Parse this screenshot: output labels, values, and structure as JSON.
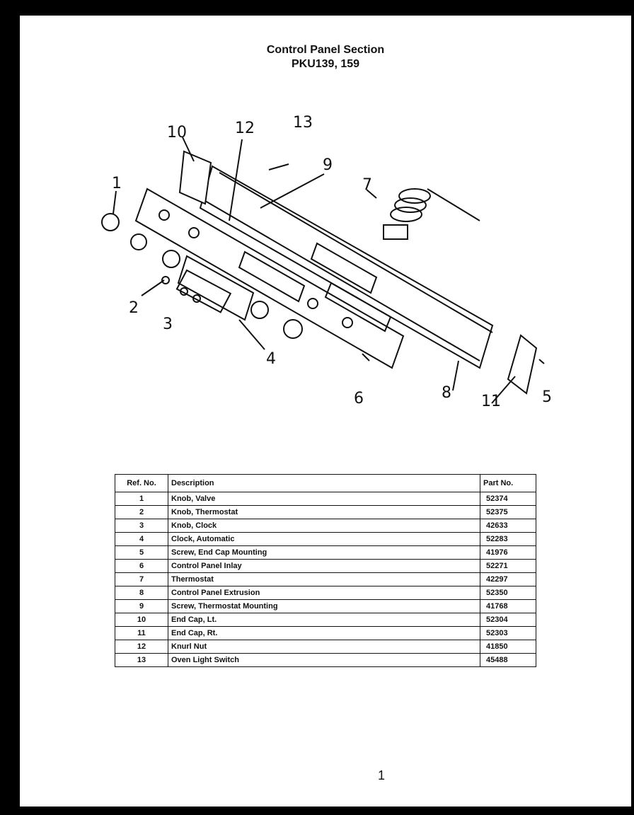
{
  "title": "Control Panel Section",
  "subtitle": "PKU139, 159",
  "callouts": [
    "1",
    "2",
    "3",
    "4",
    "5",
    "6",
    "7",
    "8",
    "9",
    "10",
    "11",
    "12",
    "13"
  ],
  "table": {
    "headers": {
      "ref": "Ref. No.",
      "description": "Description",
      "part": "Part No."
    },
    "rows": [
      {
        "ref": "1",
        "description": "Knob, Valve",
        "part": "52374"
      },
      {
        "ref": "2",
        "description": "Knob, Thermostat",
        "part": "52375"
      },
      {
        "ref": "3",
        "description": "Knob, Clock",
        "part": "42633"
      },
      {
        "ref": "4",
        "description": "Clock, Automatic",
        "part": "52283"
      },
      {
        "ref": "5",
        "description": "Screw, End Cap Mounting",
        "part": "41976"
      },
      {
        "ref": "6",
        "description": "Control Panel Inlay",
        "part": "52271"
      },
      {
        "ref": "7",
        "description": "Thermostat",
        "part": "42297"
      },
      {
        "ref": "8",
        "description": "Control Panel Extrusion",
        "part": "52350"
      },
      {
        "ref": "9",
        "description": "Screw, Thermostat Mounting",
        "part": "41768"
      },
      {
        "ref": "10",
        "description": "End Cap, Lt.",
        "part": "52304"
      },
      {
        "ref": "11",
        "description": "End Cap, Rt.",
        "part": "52303"
      },
      {
        "ref": "12",
        "description": "Knurl Nut",
        "part": "41850"
      },
      {
        "ref": "13",
        "description": "Oven Light Switch",
        "part": "45488"
      }
    ]
  },
  "page_number": "1"
}
